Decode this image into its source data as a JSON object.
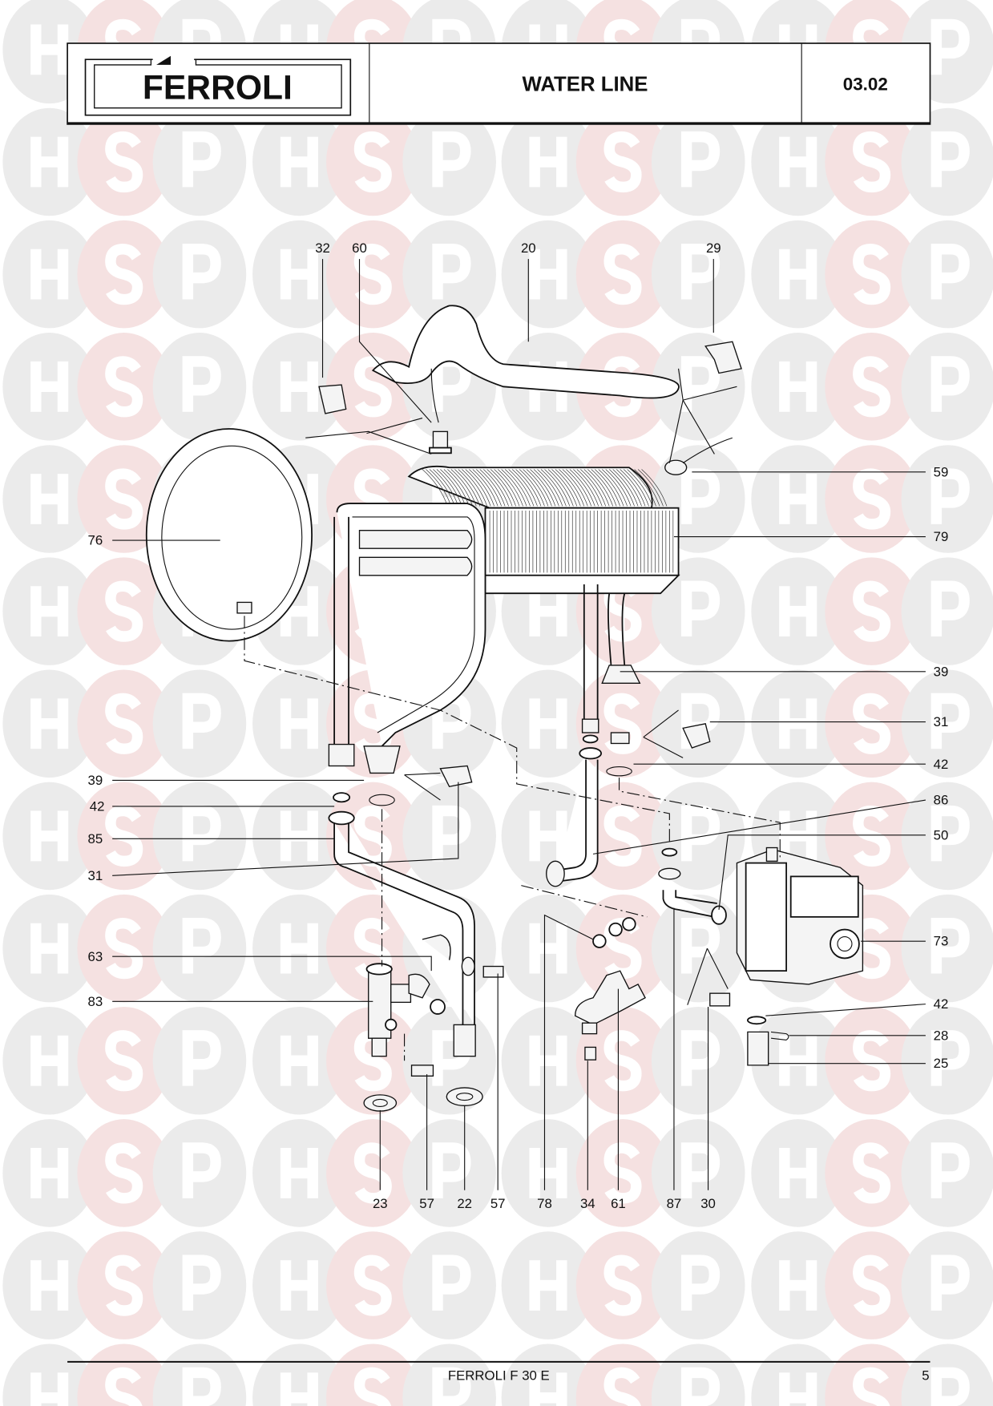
{
  "watermark": {
    "letters": [
      "H",
      "S",
      "P"
    ],
    "colors": {
      "gray": "#ebebeb",
      "pink": "#f5e1e1"
    }
  },
  "header": {
    "logo": "FERROLI",
    "title": "WATER LINE",
    "code": "03.02"
  },
  "callouts": {
    "top": [
      "32",
      "60",
      "20",
      "29"
    ],
    "left": [
      "76",
      "39",
      "42",
      "85",
      "31",
      "63",
      "83"
    ],
    "right": [
      "59",
      "79",
      "39",
      "31",
      "42",
      "86",
      "50",
      "73",
      "42",
      "28",
      "25"
    ],
    "bottom": [
      "23",
      "57",
      "22",
      "57",
      "78",
      "34",
      "61",
      "87",
      "30"
    ]
  },
  "footer": {
    "model": "FERROLI F 30 E",
    "page": "5"
  }
}
